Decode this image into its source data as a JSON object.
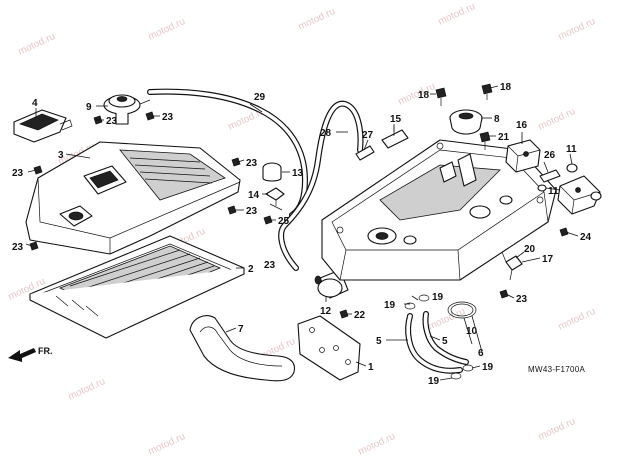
{
  "watermark": "motod.ru",
  "diagram_code": "MW43-F1700A",
  "front_label": "FR.",
  "colors": {
    "line": "#111111",
    "background": "#ffffff",
    "watermark": "#e6c8c8"
  },
  "callouts": {
    "c1": "1",
    "c2": "2",
    "c3": "3",
    "c4": "4",
    "c5a": "5",
    "c5b": "5",
    "c6": "6",
    "c7": "7",
    "c8": "8",
    "c9": "9",
    "c10": "10",
    "c11a": "11",
    "c11b": "11",
    "c12": "12",
    "c13": "13",
    "c14": "14",
    "c15": "15",
    "c16": "16",
    "c17": "17",
    "c18a": "18",
    "c18b": "18",
    "c19a": "19",
    "c19b": "19",
    "c19c": "19",
    "c19d": "19",
    "c20": "20",
    "c21": "21",
    "c22": "22",
    "c23a": "23",
    "c23b": "23",
    "c23c": "23",
    "c23d": "23",
    "c23e": "23",
    "c23f": "23",
    "c23g": "23",
    "c23h": "23",
    "c24": "24",
    "c25": "25",
    "c26": "26",
    "c27": "27",
    "c28": "28",
    "c29": "29"
  }
}
